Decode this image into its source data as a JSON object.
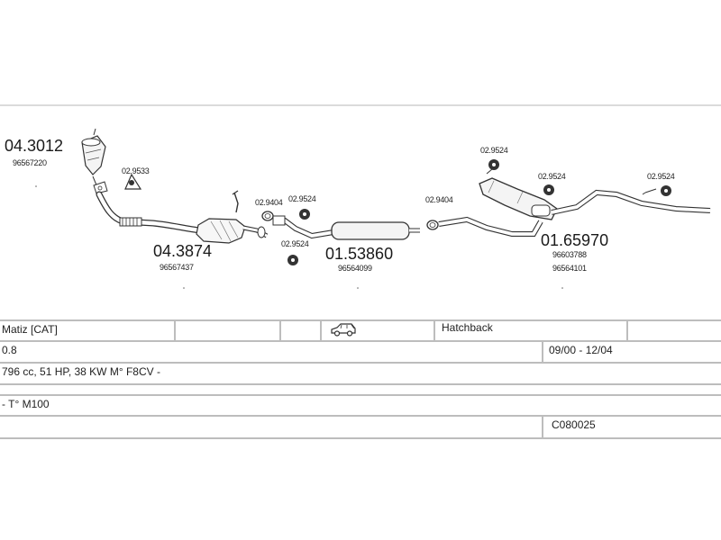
{
  "parts": {
    "catalyst_front": {
      "code": "04.3012",
      "oe": "96567220"
    },
    "clamp_front": {
      "code": "02.9533"
    },
    "catalyst_main": {
      "code": "04.3874",
      "oe": "96567437"
    },
    "gasket_1": {
      "code": "02.9404"
    },
    "rubber_1": {
      "code": "02.9524"
    },
    "rubber_2": {
      "code": "02.9524"
    },
    "middle_silencer": {
      "code": "01.53860",
      "oe": "96564099"
    },
    "gasket_2": {
      "code": "02.9404"
    },
    "rubber_3": {
      "code": "02.9524"
    },
    "rubber_4": {
      "code": "02.9524"
    },
    "rubber_5": {
      "code": "02.9524"
    },
    "rear_silencer": {
      "code": "01.65970",
      "oe_1": "96603788",
      "oe_2": "96564101"
    }
  },
  "table": {
    "model": "Matiz  [CAT]",
    "body": "Hatchback",
    "engine": "0.8",
    "years": "09/00 - 12/04",
    "specs": "796 cc, 51 HP, 38 KW M° F8CV -",
    "engine_code": "- T° M100",
    "catalog_no": "C080025",
    "car_icon": "car-icon"
  }
}
